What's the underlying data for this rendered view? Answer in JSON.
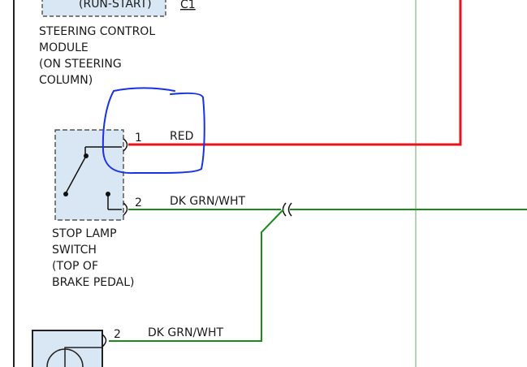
{
  "modules": {
    "steering_control": {
      "partial_label": "(RUN-START)",
      "connector": "C1",
      "name_lines": [
        "STEERING CONTROL",
        "MODULE",
        "(ON STEERING",
        "COLUMN)"
      ]
    },
    "stop_lamp_switch": {
      "name_lines": [
        "STOP LAMP",
        "SWITCH",
        "(TOP OF",
        "BRAKE PEDAL)"
      ],
      "pins": [
        "1",
        "2"
      ]
    },
    "lower_component": {
      "pins": [
        "2"
      ]
    }
  },
  "wires": {
    "w1": {
      "label": "RED",
      "color": "#e8141c"
    },
    "w2": {
      "label": "DK GRN/WHT",
      "color": "#1c8a1c"
    },
    "w3": {
      "label": "DK GRN/WHT",
      "color": "#1c8a1c"
    }
  },
  "colors": {
    "module_fill": "#d8e7f3",
    "annotation": "#1a32e6",
    "ground_line": "#9ccc9c"
  }
}
